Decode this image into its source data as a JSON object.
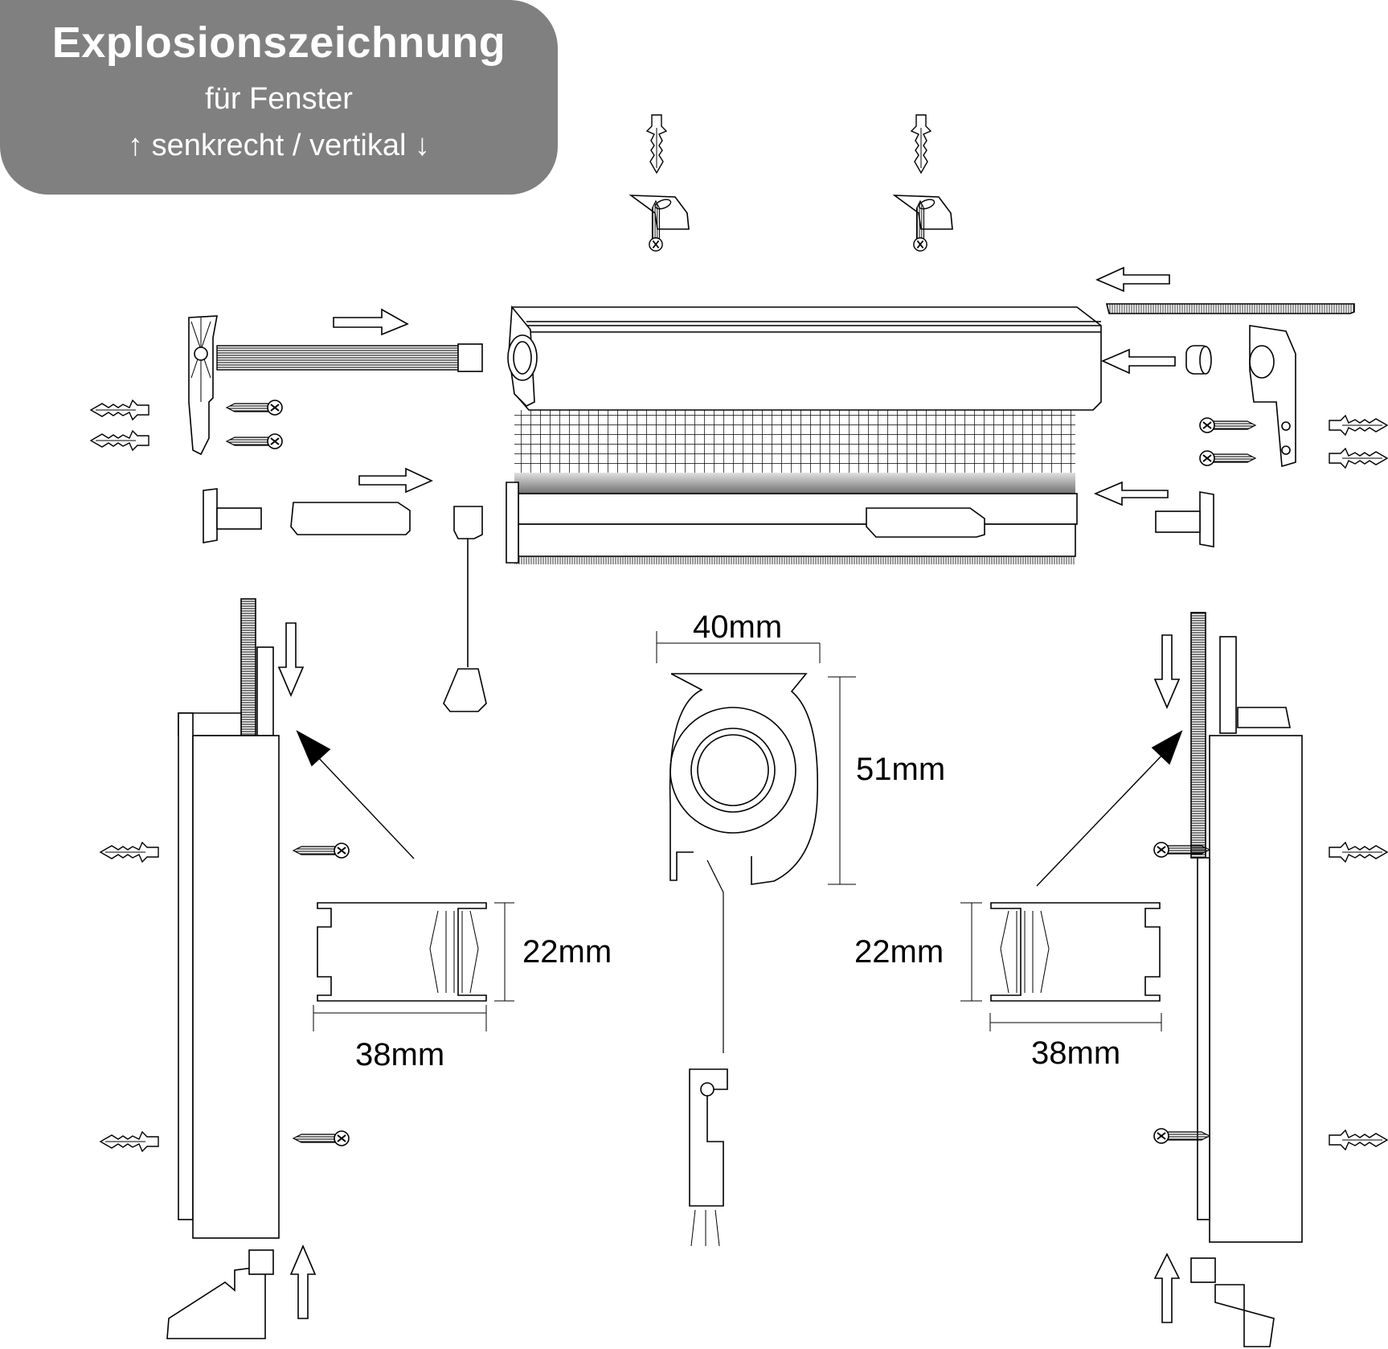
{
  "header": {
    "title": "Explosionszeichnung",
    "subtitle": "für Fenster",
    "orientation": "↑ senkrecht / vertikal ↓"
  },
  "dimensions": {
    "cassette_width": "40mm",
    "cassette_height": "51mm",
    "rail_left_height": "22mm",
    "rail_left_width": "38mm",
    "rail_right_height": "22mm",
    "rail_right_width": "38mm"
  },
  "colors": {
    "badge": "#808080",
    "line": "#000000",
    "brush": "#333333"
  }
}
